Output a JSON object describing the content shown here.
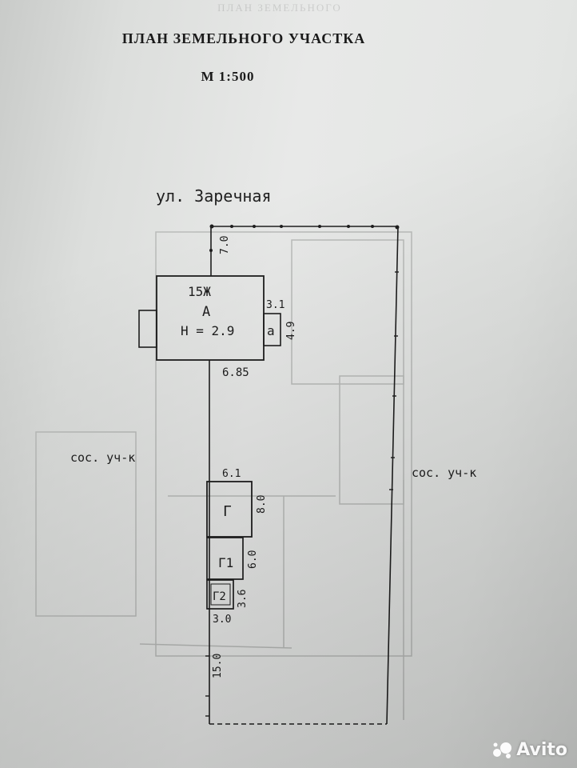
{
  "header": {
    "title": "ПЛАН ЗЕМЕЛЬНОГО УЧАСТКА",
    "scale": "М 1:500"
  },
  "street": "ул. Заречная",
  "neighbors": {
    "left": "сос. уч-к",
    "right": "сос. уч-к"
  },
  "house": {
    "line1": "15Ж",
    "line2": "А",
    "line3": "Н = 2.9",
    "width": "6.85",
    "setback": "7.0"
  },
  "annex": {
    "label": "а",
    "width": "3.1",
    "depth": "4.9"
  },
  "garage": {
    "label": "Г",
    "width": "6.1",
    "depth": "8.0"
  },
  "shed1": {
    "label": "Г1",
    "depth": "6.0"
  },
  "shed2": {
    "label": "Г2",
    "width": "3.0",
    "depth": "3.6"
  },
  "rear": {
    "distance": "15.0"
  },
  "watermark": "Avito",
  "colors": {
    "ink": "#1e1e1e",
    "faint": "#b8bab8"
  }
}
